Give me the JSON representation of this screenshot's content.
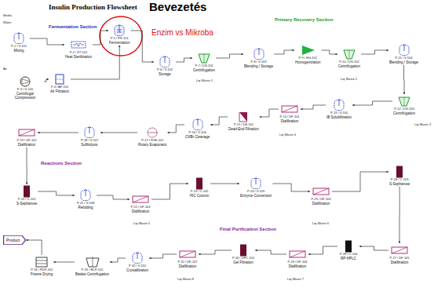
{
  "diagram": {
    "title": "Insulin Production Flowsheet",
    "nodes": [
      {
        "text": [
          "P-1 / V-101",
          "Mixing"
        ]
      },
      {
        "text": [
          "P-2 / ST-101",
          "Heat Sterilization"
        ]
      },
      {
        "text": [
          "P-3 / G-101",
          "Centrifugal Compression"
        ]
      },
      {
        "text": [
          "P-4 / AF-101",
          "Air Filtration"
        ]
      },
      {
        "text": [
          "P-5 / FR-101",
          "Fermentation"
        ]
      },
      {
        "text": [
          "P-6 / V-102",
          "Storage"
        ]
      },
      {
        "text": [
          "P-7 / DS-101",
          "Centrifugation"
        ]
      },
      {
        "text": [
          "P-8 / V-103",
          "Blending / Storage"
        ]
      },
      {
        "text": [
          "P-9 / HG-101",
          "Homogenization"
        ]
      },
      {
        "text": [
          "P-10 / DS-102",
          "Centrifugation"
        ]
      },
      {
        "text": [
          "P-11 / V-104",
          "Blending / Storage"
        ]
      },
      {
        "text": [
          "P-12 / DS-103",
          "Centrifugation"
        ]
      },
      {
        "text": [
          "P-13 / V-105",
          "IB Solubilization"
        ]
      },
      {
        "text": [
          "P-14 / DF-101",
          "Diafiltration"
        ]
      },
      {
        "text": [
          "P-15 / DE-101",
          "Dead-End Filtration"
        ]
      },
      {
        "text": [
          "P-16 / V-106",
          "CNBr Cleavage"
        ]
      },
      {
        "text": [
          "P-17 / RVE-101",
          "Rotary Evaporator"
        ]
      },
      {
        "text": [
          "P-18 / V-107",
          "Sulfitolysis"
        ]
      },
      {
        "text": [
          "P-19 / DF-102",
          "Diafiltration"
        ]
      },
      {
        "text": [
          "P-20 / C-101",
          "S-Sepharose"
        ]
      },
      {
        "text": [
          "P-21 / V-108",
          "Refolding"
        ]
      },
      {
        "text": [
          "P-22 / DF-103",
          "Diafiltration"
        ]
      },
      {
        "text": [
          "P-23 / C-102",
          "HIC Column"
        ]
      },
      {
        "text": [
          "P-24 / V-109",
          "Enzyme Conversion"
        ]
      },
      {
        "text": [
          "P-25 / DF-104",
          "Diafiltration"
        ]
      },
      {
        "text": [
          "P-26 / C-103",
          "S-Sepharose"
        ]
      },
      {
        "text": [
          "P-27 / DF-105",
          "Diafiltration"
        ]
      },
      {
        "text": [
          "P-28 / C-104",
          "RP-HPLC"
        ]
      },
      {
        "text": [
          "P-29 / DF-106",
          "Diafiltration"
        ]
      },
      {
        "text": [
          "P-30 / GFC-101",
          "Gel Filtration"
        ]
      },
      {
        "text": [
          "P-31 / DF-107",
          "Diafiltration"
        ]
      },
      {
        "text": [
          "P-32 / V-110",
          "Crystallization"
        ]
      },
      {
        "text": [
          "P-33 / BCF-101",
          "Basket Centrifugation"
        ]
      },
      {
        "text": [
          "P-34 / FDR-101",
          "Freeze Drying"
        ]
      },
      {
        "text": [
          "Product"
        ]
      }
    ],
    "edges": [
      {
        "from": 0,
        "to": 1,
        "arrow": "to"
      },
      {
        "from": 1,
        "to": 4,
        "arrow": "to"
      },
      {
        "from": 2,
        "to": 3,
        "arrow": "to"
      },
      {
        "from": 3,
        "to": 4,
        "arrow": "to"
      },
      {
        "from": 4,
        "to": 5,
        "arrow": "to"
      },
      {
        "from": 5,
        "to": 6,
        "arrow": "to"
      },
      {
        "from": 6,
        "to": 7,
        "arrow": "to"
      },
      {
        "from": 7,
        "to": 8,
        "arrow": "to"
      },
      {
        "from": 8,
        "to": 9,
        "arrow": "to"
      },
      {
        "from": 9,
        "to": 10,
        "arrow": "to"
      },
      {
        "from": 10,
        "to": 11,
        "arrow": "to"
      },
      {
        "from": 11,
        "to": 12,
        "arrow": "to"
      },
      {
        "from": 12,
        "to": 13,
        "arrow": "to"
      },
      {
        "from": 13,
        "to": 14,
        "arrow": "to"
      },
      {
        "from": 14,
        "to": 15,
        "arrow": "to"
      },
      {
        "from": 15,
        "to": 16,
        "arrow": "to"
      },
      {
        "from": 16,
        "to": 17,
        "arrow": "to"
      },
      {
        "from": 17,
        "to": 18,
        "arrow": "to"
      },
      {
        "from": 18,
        "to": 19,
        "arrow": "to"
      },
      {
        "from": 19,
        "to": 20,
        "arrow": "to"
      },
      {
        "from": 20,
        "to": 21,
        "arrow": "to"
      },
      {
        "from": 21,
        "to": 22,
        "arrow": "to"
      },
      {
        "from": 22,
        "to": 23,
        "arrow": "to"
      },
      {
        "from": 23,
        "to": 24,
        "arrow": "to"
      },
      {
        "from": 24,
        "to": 25,
        "arrow": "to"
      },
      {
        "from": 25,
        "to": 26,
        "arrow": "to"
      },
      {
        "from": 26,
        "to": 27,
        "arrow": "to"
      },
      {
        "from": 27,
        "to": 28,
        "arrow": "to"
      },
      {
        "from": 28,
        "to": 29,
        "arrow": "to"
      },
      {
        "from": 29,
        "to": 30,
        "arrow": "to"
      },
      {
        "from": 30,
        "to": 31,
        "arrow": "to"
      },
      {
        "from": 31,
        "to": 32,
        "arrow": "to"
      },
      {
        "from": 32,
        "to": 33,
        "arrow": "to"
      },
      {
        "from": 33,
        "to": 34,
        "arrow": "to"
      }
    ],
    "labels": [
      "Bevezetés",
      "Enzim vs Mikroba",
      "Fermentation Section",
      "Primary Recovery Section",
      "Reactions Section",
      "Final Purification Section",
      "Media",
      "Water",
      "Air",
      "Liq Waste 1",
      "Liq Waste 2",
      "Liq Waste 3",
      "Liq Waste 4",
      "Liq Waste 5",
      "Liq Waste 6",
      "Liq Waste 7",
      "Liq Waste 8"
    ]
  }
}
